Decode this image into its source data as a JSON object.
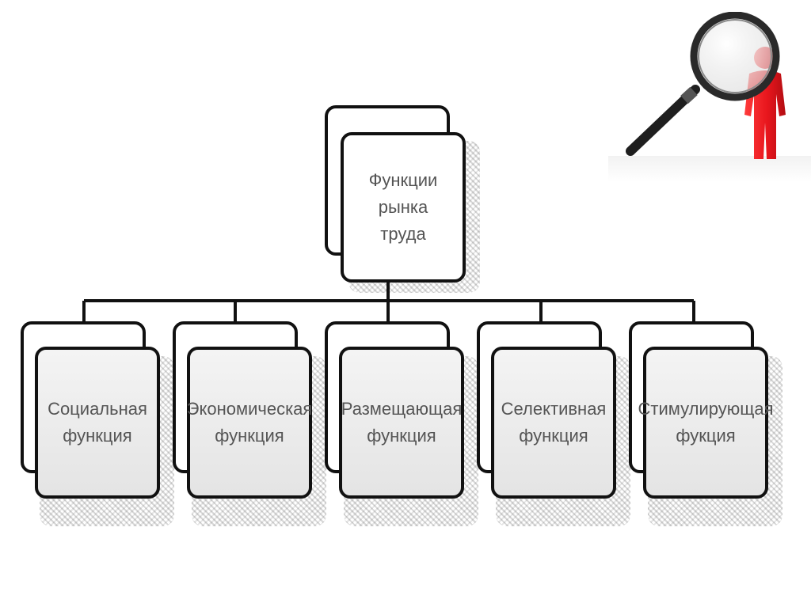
{
  "diagram": {
    "root": {
      "label": "Функции рынка\nтруда"
    },
    "children": [
      {
        "label": "Социальная\nфункция"
      },
      {
        "label": "Экономическая\nфункция"
      },
      {
        "label": "Размещающая\nфункция"
      },
      {
        "label": "Селективная\nфункция"
      },
      {
        "label": "Стимулирующая\nфукция"
      }
    ]
  },
  "colors": {
    "border": "#111111",
    "text": "#555555",
    "figure_red": "#e8161d",
    "magnifier_dark": "#2a2a2a"
  },
  "illustration": {
    "icon": "magnifying-glass-over-person-icon"
  }
}
